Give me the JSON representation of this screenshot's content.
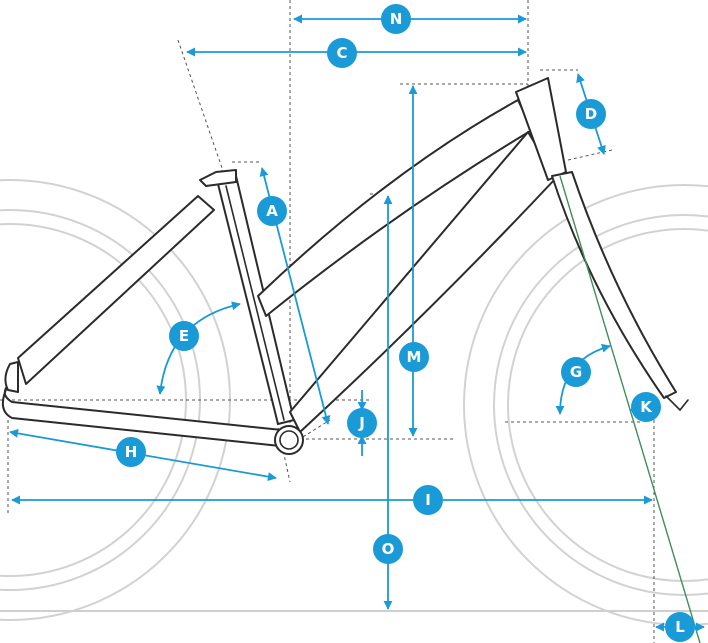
{
  "colors": {
    "accent": "#1a9ad6",
    "frame": "#2b2b2b",
    "wheel": "#d2d2d2",
    "steering_axis": "#3f8f5a",
    "background": "#ffffff"
  },
  "labels": {
    "A": "A",
    "C": "C",
    "D": "D",
    "E": "E",
    "G": "G",
    "H": "H",
    "I": "I",
    "J": "J",
    "K": "K",
    "L": "L",
    "M": "M",
    "N": "N",
    "O": "O"
  }
}
